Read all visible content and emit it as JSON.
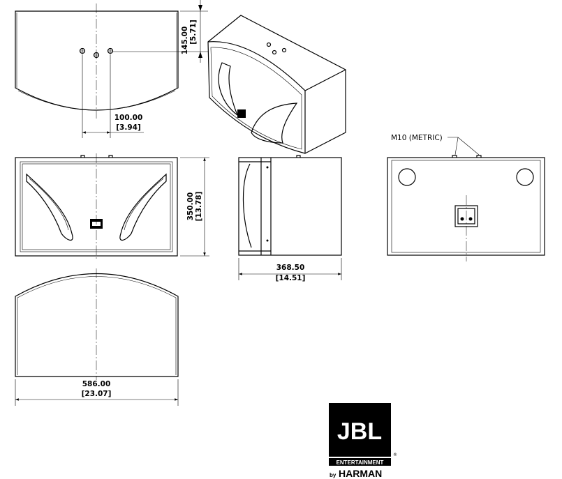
{
  "dimensions": {
    "top_depth": {
      "mm": "145.00",
      "in": "[5.71]"
    },
    "top_spacing": {
      "mm": "100.00",
      "in": "[3.94]"
    },
    "height": {
      "mm": "350.00",
      "in": "[13.78]"
    },
    "depth": {
      "mm": "368.50",
      "in": "[14.51]"
    },
    "width": {
      "mm": "586.00",
      "in": "[23.07]"
    }
  },
  "annotations": {
    "mount_thread": "M10 (METRIC)"
  },
  "logo": {
    "brand": "JBL",
    "line1": "ENTERTAINMENT",
    "by": "by",
    "parent": "HARMAN",
    "mark": "®"
  }
}
